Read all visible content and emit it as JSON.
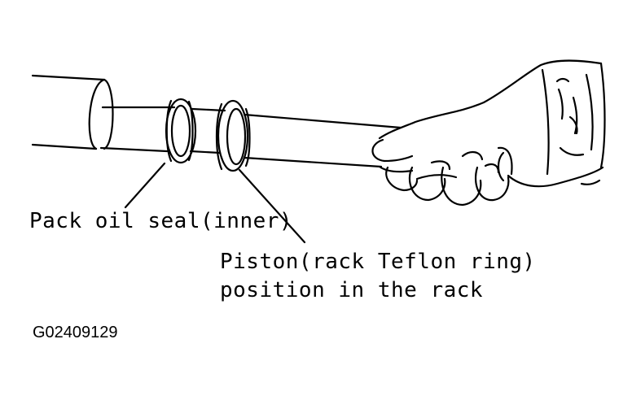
{
  "figure": {
    "inner_seal_label": "Pack oil seal(inner)",
    "piston_label_line1": "Piston(rack Teflon ring)",
    "piston_label_line2": "position in the rack",
    "code": "G02409129"
  },
  "colors": {
    "line": "#000000",
    "background": "#ffffff"
  }
}
